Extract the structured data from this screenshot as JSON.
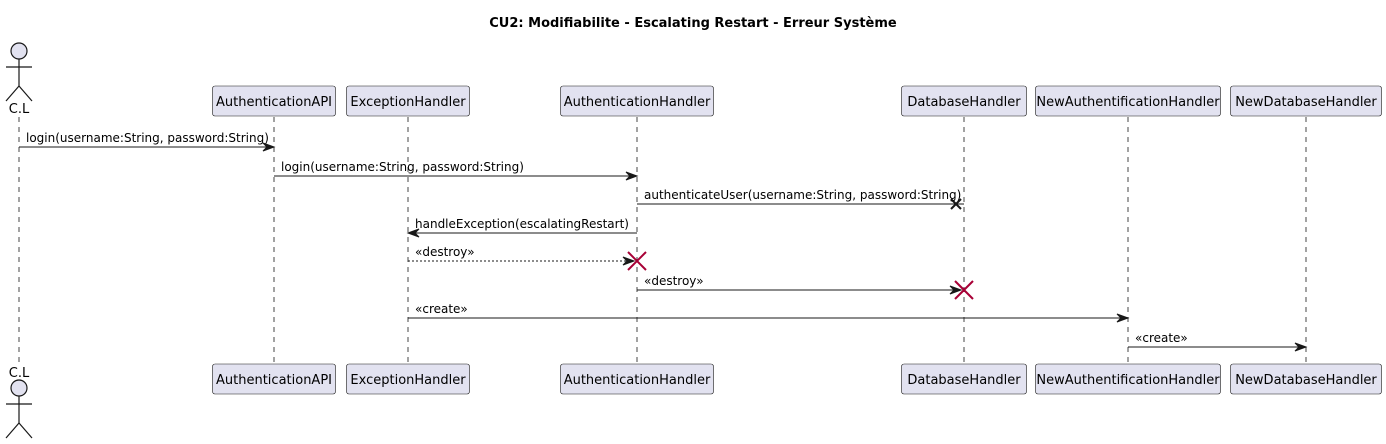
{
  "title": "CU2: Modifiabilite - Escalating Restart - Erreur Système",
  "participants": [
    {
      "id": "cl",
      "name": "C.L",
      "kind": "actor"
    },
    {
      "id": "api",
      "name": "AuthenticationAPI",
      "kind": "participant"
    },
    {
      "id": "exc",
      "name": "ExceptionHandler",
      "kind": "participant"
    },
    {
      "id": "auth",
      "name": "AuthenticationHandler",
      "kind": "participant"
    },
    {
      "id": "db",
      "name": "DatabaseHandler",
      "kind": "participant"
    },
    {
      "id": "newauth",
      "name": "NewAuthentificationHandler",
      "kind": "participant"
    },
    {
      "id": "newdb",
      "name": "NewDatabaseHandler",
      "kind": "participant"
    }
  ],
  "messages": [
    {
      "from": "cl",
      "to": "api",
      "label": "login(username:String, password:String)",
      "style": "solid",
      "end": "arrow"
    },
    {
      "from": "api",
      "to": "auth",
      "label": "login(username:String, password:String)",
      "style": "solid",
      "end": "arrow"
    },
    {
      "from": "auth",
      "to": "db",
      "label": "authenticateUser(username:String, password:String)",
      "style": "solid",
      "end": "lost"
    },
    {
      "from": "auth",
      "to": "exc",
      "label": "handleException(escalatingRestart)",
      "style": "solid",
      "end": "arrow"
    },
    {
      "from": "exc",
      "to": "auth",
      "label": "«destroy»",
      "style": "dashed",
      "end": "destroy"
    },
    {
      "from": "auth",
      "to": "db",
      "label": "«destroy»",
      "style": "solid",
      "end": "destroy"
    },
    {
      "from": "exc",
      "to": "newauth",
      "label": "«create»",
      "style": "solid",
      "end": "arrow"
    },
    {
      "from": "newauth",
      "to": "newdb",
      "label": "«create»",
      "style": "solid",
      "end": "arrow"
    }
  ],
  "colors": {
    "participant_fill": "#e2e2f0",
    "participant_border": "#181818",
    "lifeline": "#181818",
    "message": "#181818",
    "destroy": "#a80036",
    "background": "#ffffff"
  }
}
